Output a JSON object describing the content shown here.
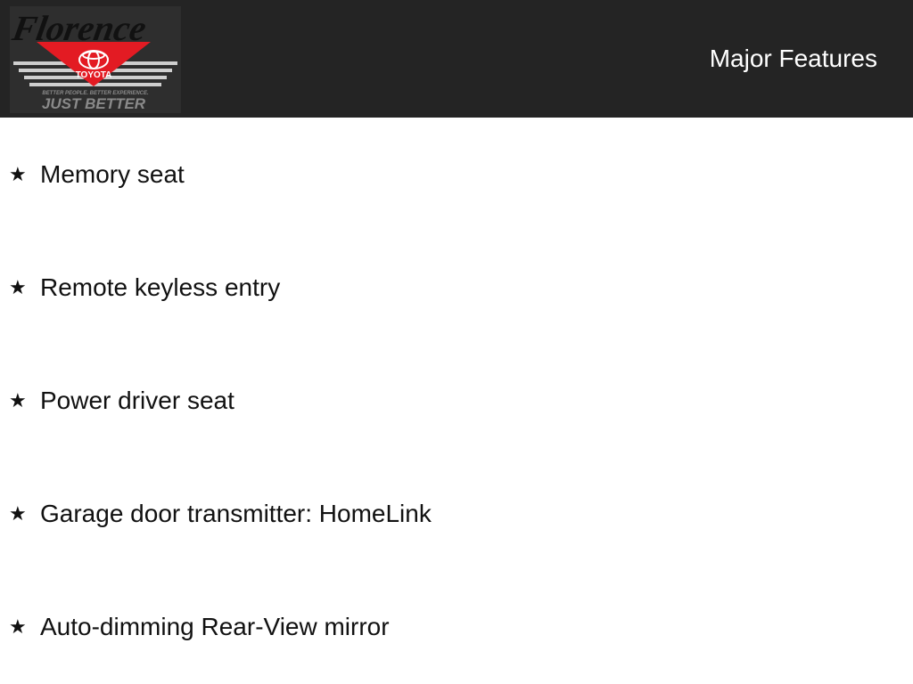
{
  "header": {
    "title": "Major Features",
    "background": "#242424",
    "logo": {
      "icon": "florence-toyota-logo",
      "brand_script": "Florence",
      "make": "TOYOTA",
      "tagline": "BETTER PEOPLE. BETTER EXPERIENCE.",
      "slogan": "JUST BETTER",
      "accent": "#e31b23"
    }
  },
  "features": {
    "bullet_icon": "star-icon",
    "bullet_glyph": "★",
    "items": [
      {
        "label": "Memory seat"
      },
      {
        "label": "Remote keyless entry"
      },
      {
        "label": "Power driver seat"
      },
      {
        "label": "Garage door transmitter: HomeLink"
      },
      {
        "label": "Auto-dimming Rear-View mirror"
      }
    ]
  }
}
